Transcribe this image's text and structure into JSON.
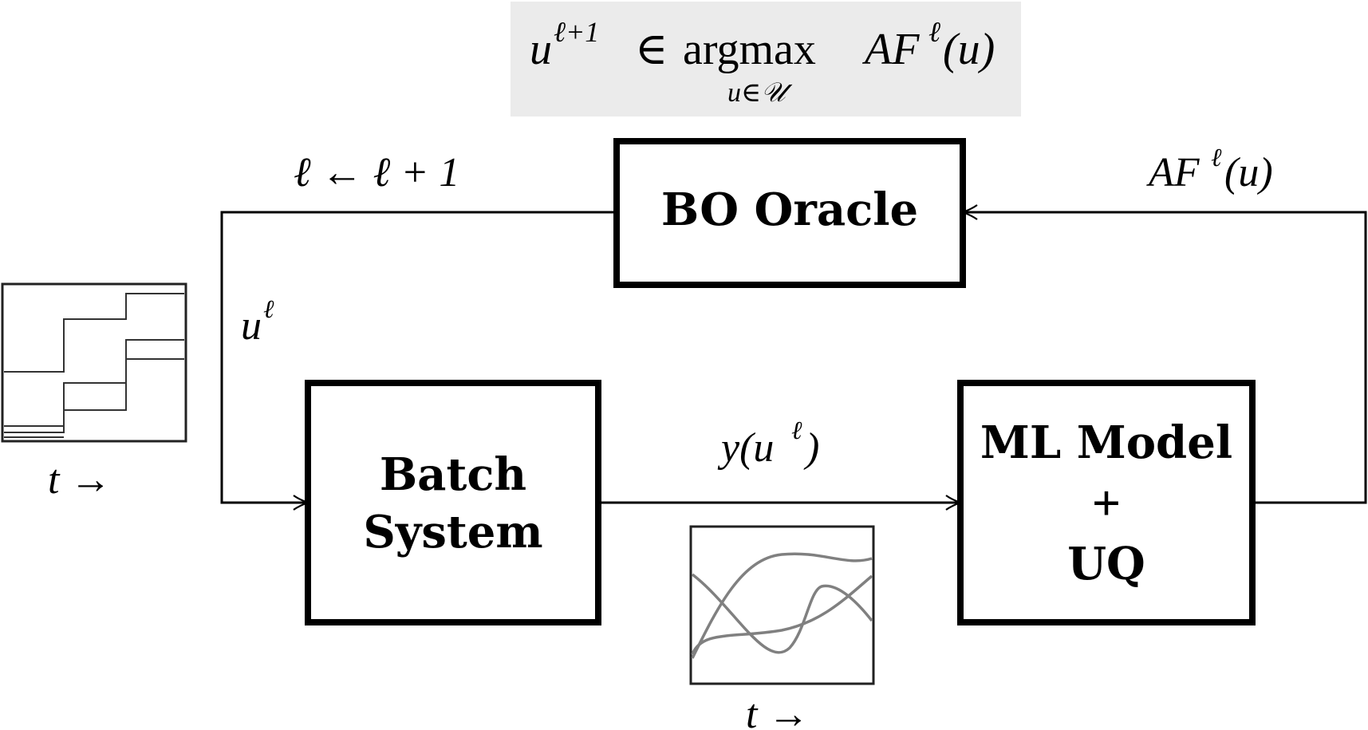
{
  "formula": {
    "u": "u",
    "sup": "ℓ+1",
    "in": "∈",
    "argmax": "argmax",
    "sub": "u∈𝒰",
    "af": "AF",
    "af_sup": "ℓ",
    "af_arg": "(u)"
  },
  "boxes": {
    "bo_oracle": "BO Oracle",
    "batch_line1": "Batch",
    "batch_line2": "System",
    "ml_line1": "ML Model",
    "ml_line2": "+",
    "ml_line3": "UQ"
  },
  "labels": {
    "update": "ℓ ← ℓ + 1",
    "input_u": "u",
    "input_u_sup": "ℓ",
    "output_y": "y(u",
    "output_y_sup": "ℓ",
    "output_y_close": ")",
    "af_af": "AF",
    "af_sup": "ℓ",
    "af_arg": "(u)",
    "time_left": "t →",
    "time_bottom": "t →"
  },
  "colors": {
    "formula_bg": "#ebebeb",
    "line": "#000000",
    "curve": "#808080",
    "step": "#333333"
  }
}
